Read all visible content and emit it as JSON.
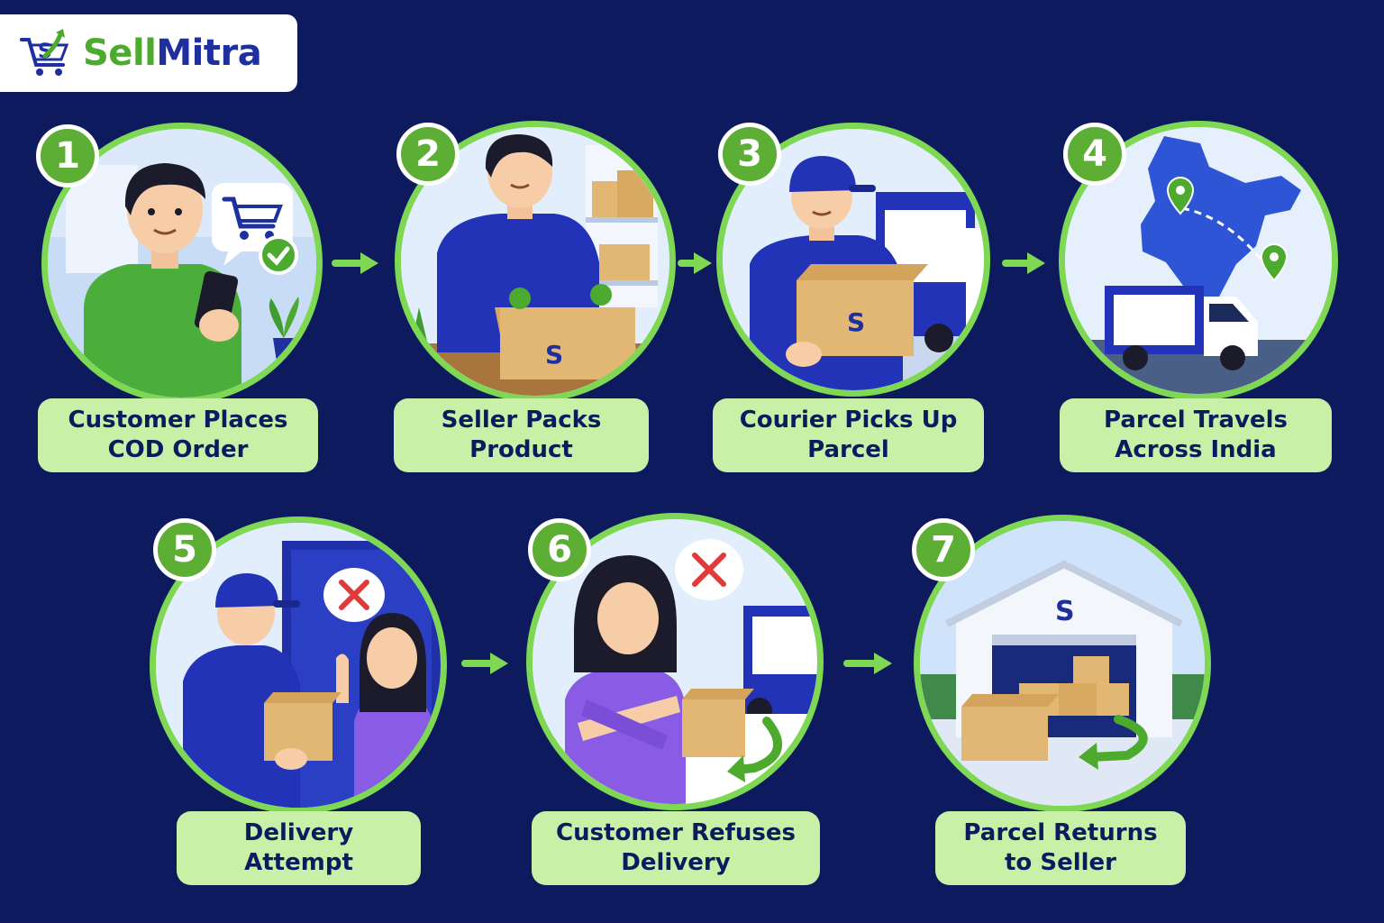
{
  "brand": {
    "name_part1": "Sell",
    "name_part2": "Mitra",
    "green": "#4caa2f",
    "blue": "#1e2f9e"
  },
  "colors": {
    "background": "#0d1b5e",
    "ring": "#7fd854",
    "badge": "#5cae35",
    "label_bg": "#c8f1a7",
    "label_text": "#0d1b5e"
  },
  "steps": [
    {
      "number": "1",
      "line1": "Customer Places",
      "line2": "COD Order",
      "icons": [
        "shopping-cart-icon",
        "check-icon",
        "smartphone-icon",
        "plant-icon"
      ]
    },
    {
      "number": "2",
      "line1": "Seller Packs",
      "line2": "Product",
      "icons": [
        "box-icon",
        "tape-icon",
        "shelf-icon"
      ]
    },
    {
      "number": "3",
      "line1": "Courier Picks Up",
      "line2": "Parcel",
      "icons": [
        "box-icon",
        "delivery-truck-icon",
        "cap-icon"
      ]
    },
    {
      "number": "4",
      "line1": "Parcel Travels",
      "line2": "Across India",
      "icons": [
        "india-map-icon",
        "map-pin-icon",
        "delivery-truck-icon"
      ]
    },
    {
      "number": "5",
      "line1": "Delivery",
      "line2": "Attempt",
      "icons": [
        "door-icon",
        "cross-icon",
        "box-icon"
      ]
    },
    {
      "number": "6",
      "line1": "Customer Refuses",
      "line2": "Delivery",
      "icons": [
        "cross-icon",
        "box-icon",
        "return-arrow-icon",
        "delivery-truck-icon"
      ]
    },
    {
      "number": "7",
      "line1": "Parcel Returns",
      "line2": "to Seller",
      "icons": [
        "warehouse-icon",
        "box-icon",
        "return-arrow-icon"
      ]
    }
  ]
}
